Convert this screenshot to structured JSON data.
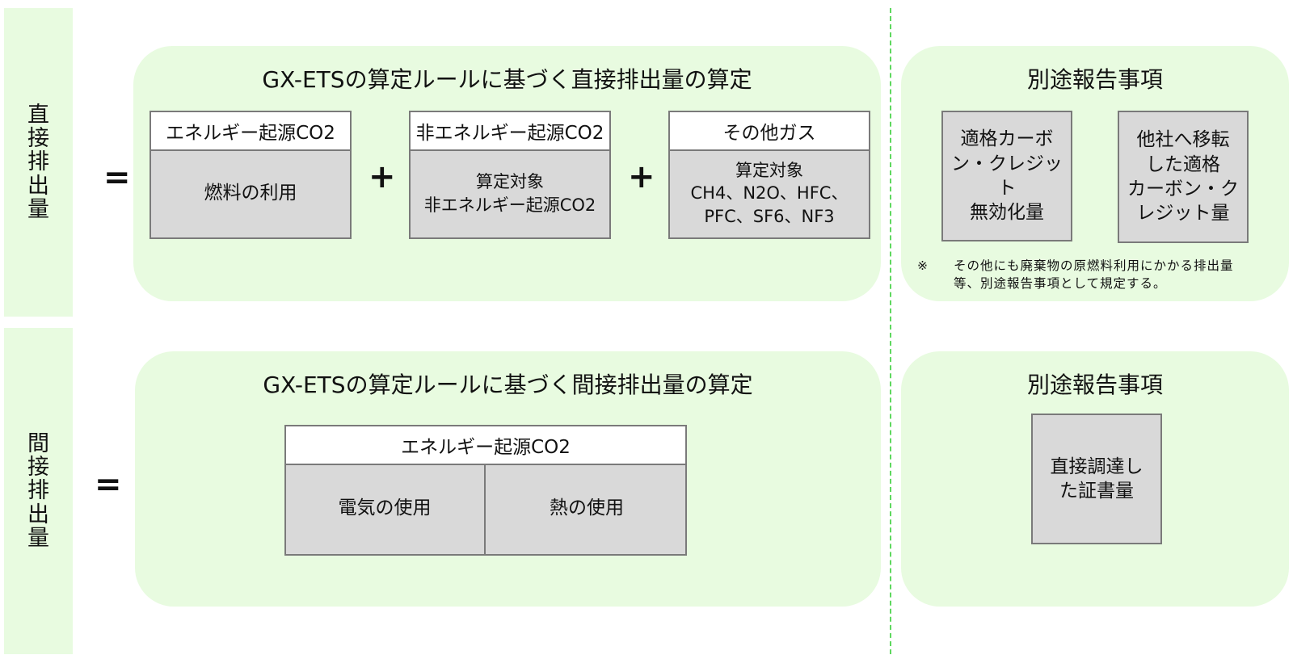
{
  "direct": {
    "side_label": [
      "直",
      "接",
      "排",
      "出",
      "量"
    ],
    "equals": "=",
    "panel": {
      "title": "GX-ETSの算定ルールに基づく直接排出量の算定",
      "plus": "+",
      "boxes": [
        {
          "header": "エネルギー起源CO2",
          "lines": [
            "燃料の利用"
          ]
        },
        {
          "header": "非エネルギー起源CO2",
          "lines": [
            "算定対象",
            "非エネルギー起源CO2"
          ]
        },
        {
          "header": "その他ガス",
          "lines": [
            "算定対象",
            "CH4、N2O、HFC、",
            "PFC、SF6、NF3"
          ]
        }
      ]
    },
    "report": {
      "title": "別途報告事項",
      "items": [
        {
          "lines": [
            "適格カーボ",
            "ン・クレジット",
            "無効化量"
          ]
        },
        {
          "lines": [
            "他社へ移転",
            "した適格",
            "カーボン・ク",
            "レジット量"
          ]
        }
      ],
      "note_mark": "※",
      "note_lines": [
        "その他にも廃棄物の原燃料利用にかかる排出量",
        "等、別途報告事項として規定する。"
      ]
    }
  },
  "indirect": {
    "side_label": [
      "間",
      "接",
      "排",
      "出",
      "量"
    ],
    "equals": "=",
    "panel": {
      "title": "GX-ETSの算定ルールに基づく間接排出量の算定",
      "box": {
        "header": "エネルギー起源CO2",
        "cells": [
          "電気の使用",
          "熱の使用"
        ]
      }
    },
    "report": {
      "title": "別途報告事項",
      "items": [
        {
          "lines": [
            "直接調達し",
            "た証書量"
          ]
        }
      ]
    }
  }
}
